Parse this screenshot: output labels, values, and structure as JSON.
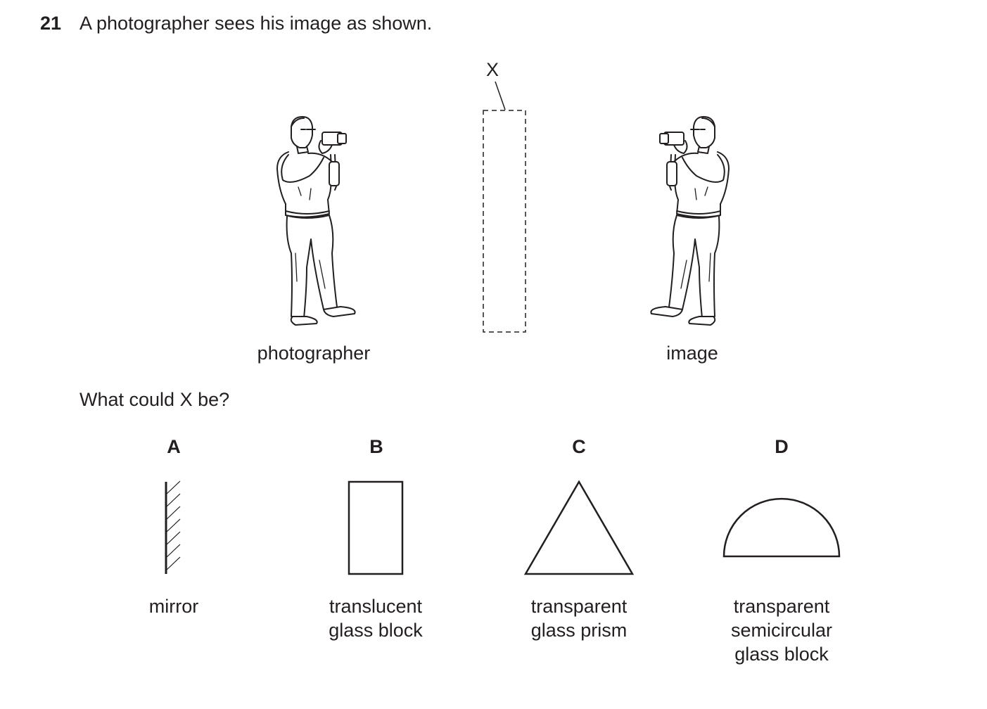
{
  "question": {
    "number": "21",
    "text": "A photographer sees his image as shown.",
    "prompt": "What could X be?"
  },
  "diagram": {
    "object_label": "X",
    "left_label": "photographer",
    "right_label": "image"
  },
  "options": [
    {
      "letter": "A",
      "line1": "mirror",
      "line2": "",
      "line3": ""
    },
    {
      "letter": "B",
      "line1": "translucent",
      "line2": "glass block",
      "line3": ""
    },
    {
      "letter": "C",
      "line1": "transparent",
      "line2": "glass prism",
      "line3": ""
    },
    {
      "letter": "D",
      "line1": "transparent",
      "line2": "semicircular",
      "line3": "glass block"
    }
  ]
}
